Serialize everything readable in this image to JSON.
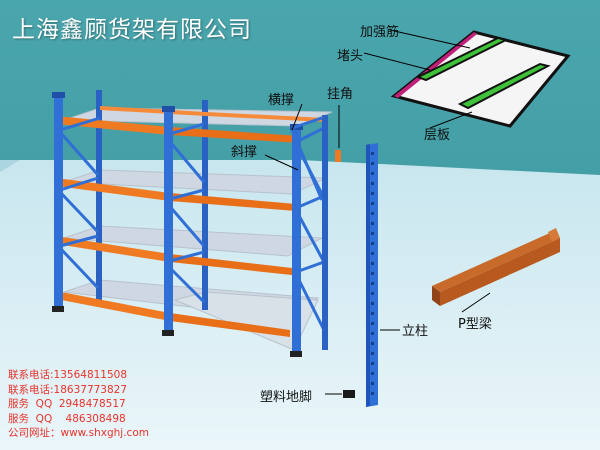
{
  "title": "上海鑫顾货架有限公司",
  "labels": {
    "reinforcement": "加强筋",
    "end_cap": "堵头",
    "cross_brace": "横撑",
    "hook_corner": "挂角",
    "diagonal_brace": "斜撑",
    "shelf_panel": "层板",
    "upright": "立柱",
    "p_beam": "P型梁",
    "plastic_foot": "塑料地脚"
  },
  "contact": [
    "联系电话:13564811508",
    "联系电话:18637773827",
    "服务  QQ  2948478517",
    "服务  QQ    486308498",
    "公司网址：www.shxghj.com"
  ],
  "colors": {
    "background_wall": "#3f9aa3",
    "floor": "#d2ecf2",
    "upright_blue": "#2f6fd6",
    "beam_orange": "#f07a22",
    "shelf_gray": "#c9d3de",
    "reinforcement_green": "#3fc23a",
    "p_beam_brown": "#b85a1f",
    "contact_text": "#e8332a"
  }
}
